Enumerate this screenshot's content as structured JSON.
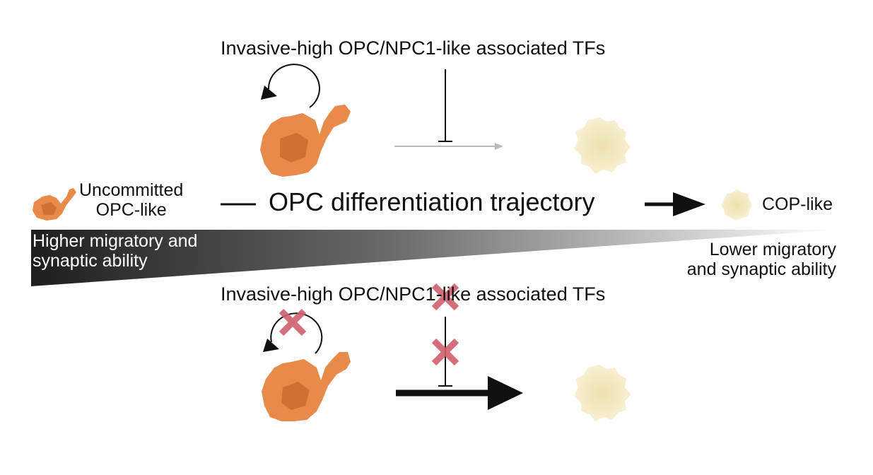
{
  "top": {
    "tf_label": "Invasive-high OPC/NPC1-like associated TFs"
  },
  "bottom": {
    "tf_label": "Invasive-high OPC/NPC1-like associated TFs"
  },
  "trajectory": {
    "start_label_line1": "Uncommitted",
    "start_label_line2": "OPC-like",
    "label": "OPC differentiation trajectory",
    "end_label": "COP-like"
  },
  "gradient": {
    "left_line1": "Higher migratory and",
    "left_line2": "synaptic ability",
    "right_line1": "Lower migratory",
    "right_line2": "and synaptic ability"
  },
  "colors": {
    "opc_cell": "#e88a4a",
    "opc_nucleus": "#d26f33",
    "cop_cell": "#f4ecc6",
    "cop_nucleus": "#ebe0ad",
    "block_x": "#cf5f6c",
    "arrow": "#111111",
    "faint_arrow": "#bbbbbb"
  }
}
